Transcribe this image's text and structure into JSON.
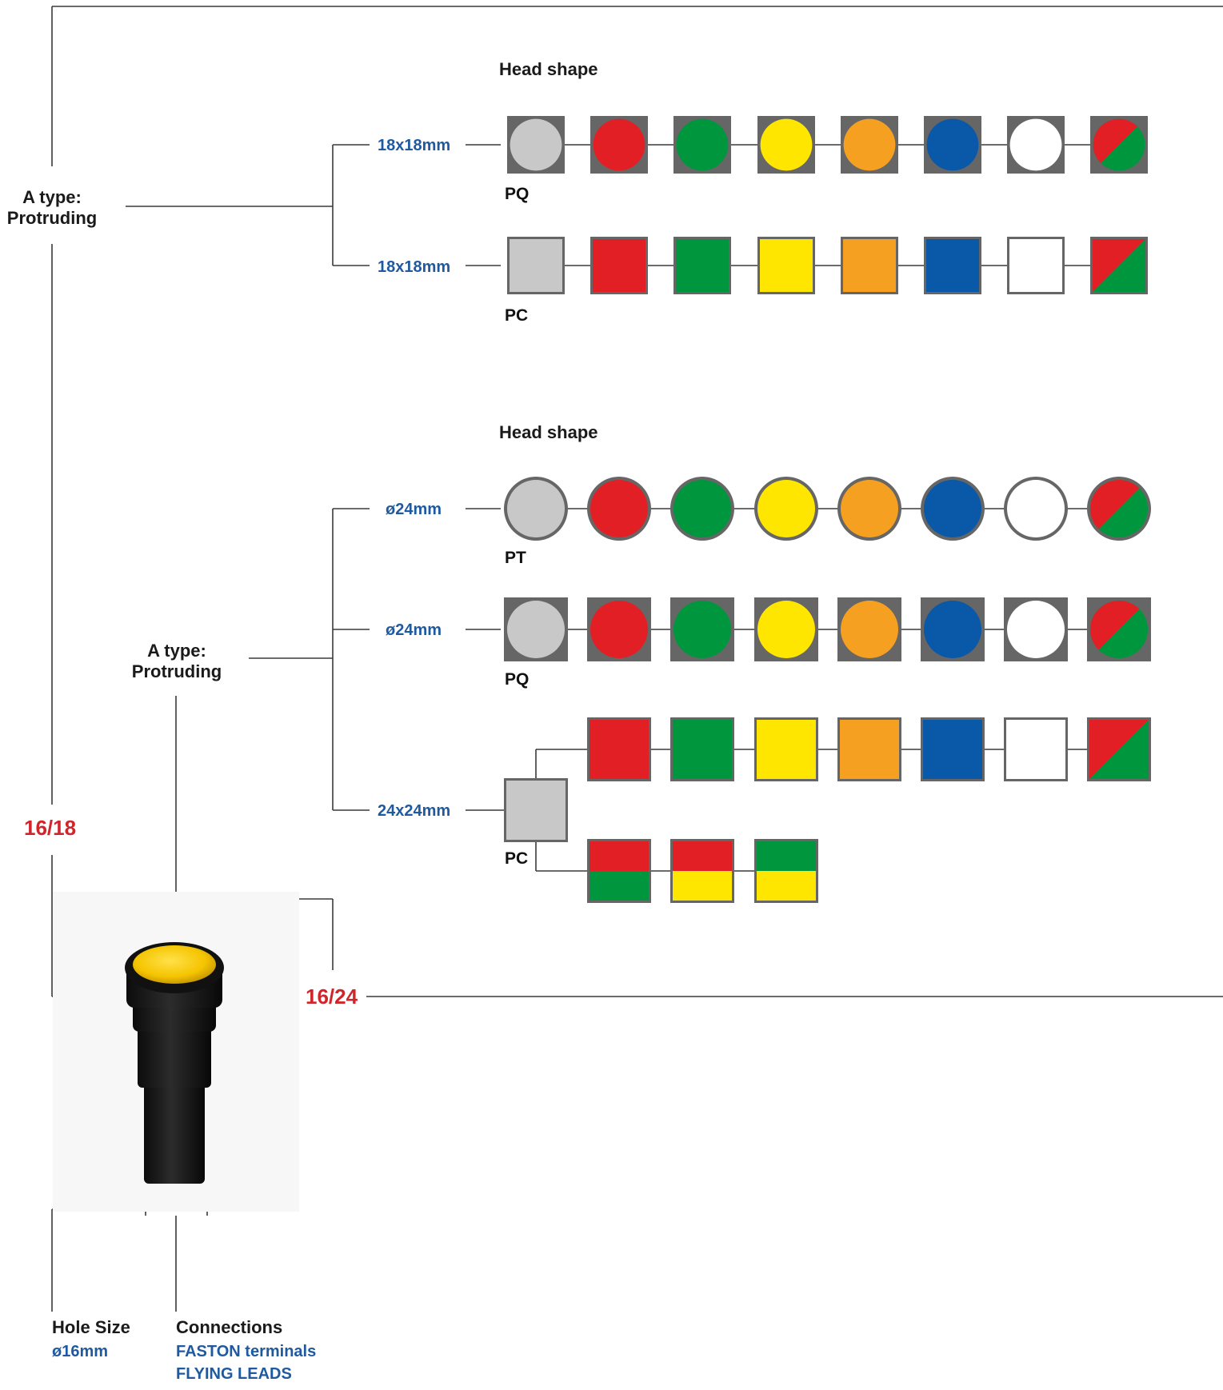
{
  "colors": {
    "line": "#3a3a3a",
    "frame": "#666666",
    "light_grey": "#c8c8c8",
    "red": "#e31f26",
    "green": "#00963d",
    "yellow": "#ffe600",
    "orange": "#f5a020",
    "blue": "#0a58a8",
    "white": "#ffffff",
    "size_label": "#1f5aa0",
    "dimension": "#d0262b"
  },
  "color_sequence": [
    "light_grey",
    "red",
    "green",
    "yellow",
    "orange",
    "blue",
    "white",
    "red-green"
  ],
  "group_18": {
    "type_line1": "A type:",
    "type_line2": "Protruding",
    "dimension": "16/18",
    "head_shape_title": "Head shape",
    "rows": [
      {
        "size": "18x18mm",
        "code": "PQ",
        "style": "circle-in-square"
      },
      {
        "size": "18x18mm",
        "code": "PC",
        "style": "square"
      }
    ]
  },
  "group_24": {
    "type_line1": "A type:",
    "type_line2": "Protruding",
    "dimension": "16/24",
    "head_shape_title": "Head shape",
    "rows": [
      {
        "size": "ø24mm",
        "code": "PT",
        "style": "circle"
      },
      {
        "size": "ø24mm",
        "code": "PQ",
        "style": "circle-in-square"
      },
      {
        "size": "24x24mm",
        "code": "PC",
        "style": "square",
        "branch_top": [
          "red",
          "green",
          "yellow",
          "orange",
          "blue",
          "white",
          "red-green"
        ],
        "branch_bottom": [
          "red/green",
          "red/yellow",
          "green/yellow"
        ]
      }
    ]
  },
  "product": {
    "name": "pilot-light",
    "lens_color": "yellow"
  },
  "hole_size": {
    "label": "Hole Size",
    "value": "ø16mm"
  },
  "connections": {
    "label": "Connections",
    "values": [
      "FASTON terminals",
      "FLYING LEADS"
    ]
  }
}
